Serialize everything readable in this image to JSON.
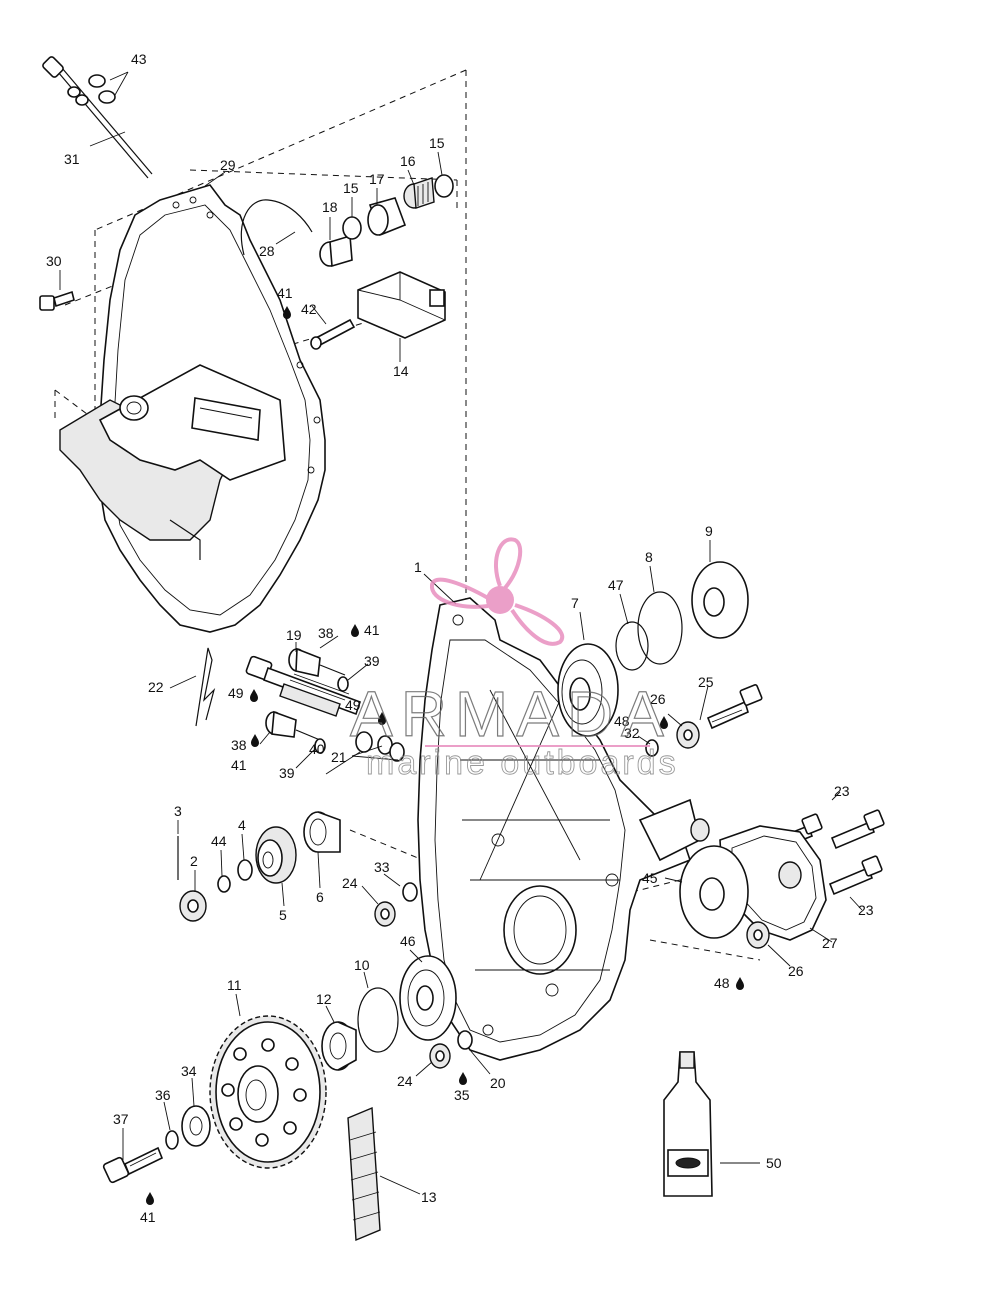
{
  "callouts": {
    "c1": "1",
    "c2": "2",
    "c3": "3",
    "c4": "4",
    "c5": "5",
    "c6": "6",
    "c7": "7",
    "c8": "8",
    "c9": "9",
    "c10": "10",
    "c11": "11",
    "c12": "12",
    "c13": "13",
    "c14": "14",
    "c15a": "15",
    "c15b": "15",
    "c16": "16",
    "c17": "17",
    "c18": "18",
    "c19": "19",
    "c20": "20",
    "c21": "21",
    "c22": "22",
    "c23a": "23",
    "c23b": "23",
    "c24a": "24",
    "c24b": "24",
    "c25": "25",
    "c26a": "26",
    "c26b": "26",
    "c27": "27",
    "c28": "28",
    "c29": "29",
    "c30": "30",
    "c31": "31",
    "c32": "32",
    "c33": "33",
    "c34": "34",
    "c35": "35",
    "c36": "36",
    "c37": "37",
    "c38a": "38",
    "c38b": "38",
    "c39a": "39",
    "c39b": "39",
    "c40": "40",
    "c41a": "41",
    "c41b": "41",
    "c41c": "41",
    "c41d": "41",
    "c42": "42",
    "c43": "43",
    "c44": "44",
    "c45": "45",
    "c46": "46",
    "c47": "47",
    "c48a": "48",
    "c48b": "48",
    "c49a": "49",
    "c49b": "49",
    "c50": "50"
  },
  "watermark": {
    "brand": "ARMADA",
    "tagline": "marine outboards",
    "color": "#e88fbf"
  },
  "icons": {
    "drop": "lubricant-drop-icon",
    "logo": "propeller-logo-icon"
  }
}
